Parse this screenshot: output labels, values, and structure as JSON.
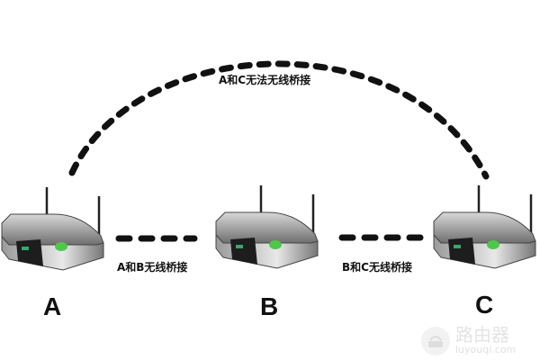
{
  "links": {
    "a_c": "A和C无法无线桥接",
    "a_b": "A和B无线桥接",
    "b_c": "B和C无线桥接"
  },
  "nodes": {
    "a": "A",
    "b": "B",
    "c": "C"
  },
  "watermark": {
    "title": "路由器",
    "url": "luyouqi.com"
  },
  "colors": {
    "dash": "#111111",
    "led": "#4fc84a",
    "body": "#8a8a8a"
  }
}
